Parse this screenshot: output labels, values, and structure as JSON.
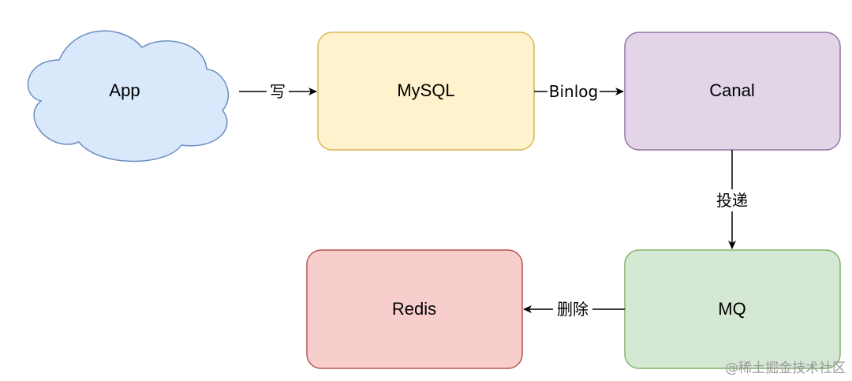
{
  "nodes": {
    "app": {
      "label": "App",
      "fill": "#dae8fc",
      "stroke": "#6c8ebf"
    },
    "mysql": {
      "label": "MySQL",
      "fill": "#fff2cc",
      "stroke": "#d6b656"
    },
    "canal": {
      "label": "Canal",
      "fill": "#e1d5e7",
      "stroke": "#9673a6"
    },
    "mq": {
      "label": "MQ",
      "fill": "#d5e8d4",
      "stroke": "#82b366"
    },
    "redis": {
      "label": "Redis",
      "fill": "#f8cecc",
      "stroke": "#b85450"
    }
  },
  "edges": {
    "app_mysql": {
      "label": "写"
    },
    "mysql_canal": {
      "label": "Binlog"
    },
    "canal_mq": {
      "label": "投递"
    },
    "mq_redis": {
      "label": "删除"
    }
  },
  "watermark": "@稀土掘金技术社区"
}
